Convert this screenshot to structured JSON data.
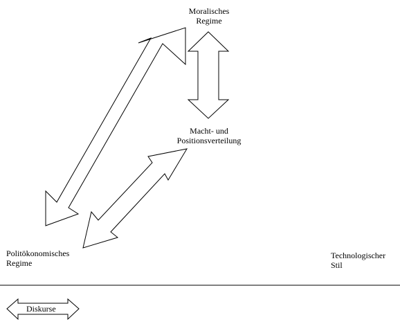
{
  "diagram": {
    "nodes": {
      "moral": {
        "line1": "Moralisches",
        "line2": "Regime"
      },
      "macht": {
        "line1": "Macht- und",
        "line2": "Positionsverteilung"
      },
      "polit": {
        "line1": "Politökonomisches",
        "line2": "Regime"
      },
      "tech": {
        "line1": "Technologischer",
        "line2": "Stil"
      }
    },
    "legend": {
      "label": "Diskurse"
    },
    "colors": {
      "stroke": "#000000",
      "fill": "#ffffff"
    }
  }
}
